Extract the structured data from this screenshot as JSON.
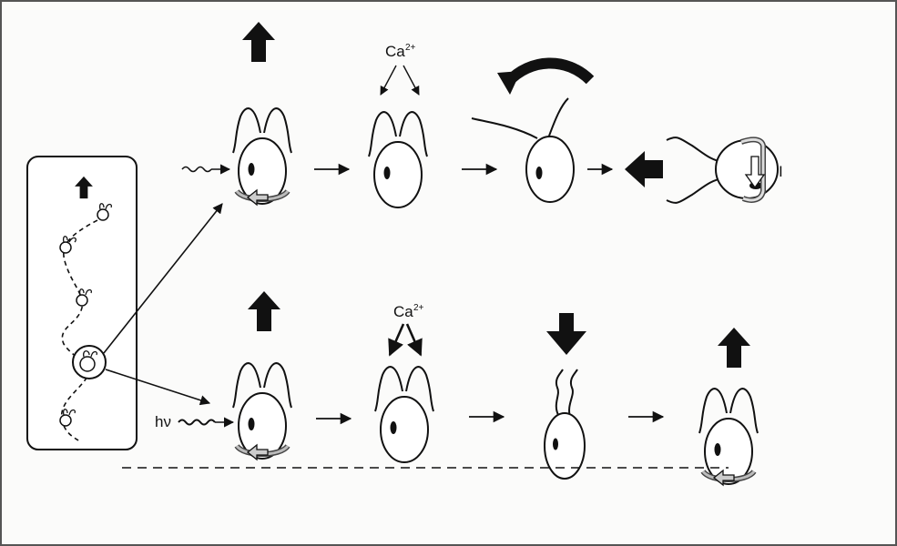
{
  "labels": {
    "calcium_top": "Ca",
    "calcium_top_sup": "2+",
    "calcium_bottom": "Ca",
    "calcium_bottom_sup": "2+",
    "light_symbol": "hν",
    "side_mark": "I"
  },
  "colors": {
    "ink": "#111111",
    "arrow_fill": "#111111",
    "background": "#fbfbfa",
    "rotation_arrow_fill": "#9a9a9a"
  }
}
